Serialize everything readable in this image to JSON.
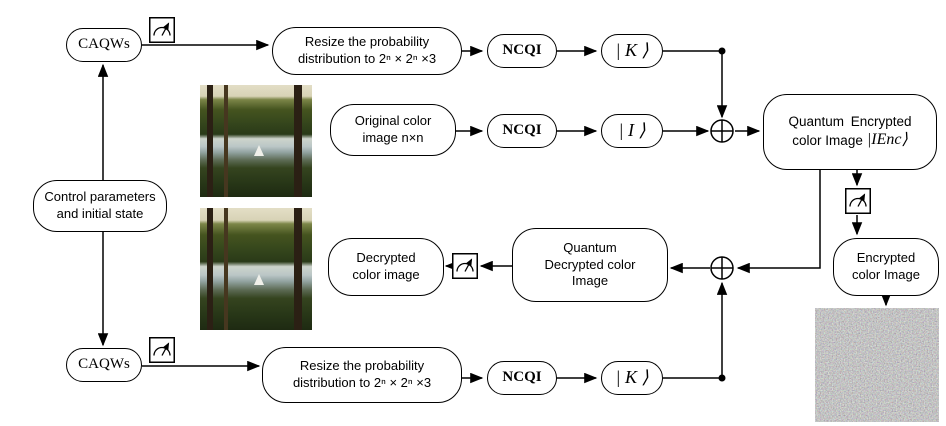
{
  "labels": {
    "caqws": "CAQWs",
    "resize_line1": "Resize the probability",
    "resize_line2": "distribution to 2ⁿ × 2ⁿ ×3",
    "ncqi": "NCQI",
    "ket_k": "| K ⟩",
    "ket_i": "| I ⟩",
    "original_image": "Original color image n×n",
    "quantum_encrypted_line1": "Quantum Encrypted",
    "quantum_encrypted_line2": "color Image",
    "quantum_encrypted_ket": "|IEnc⟩",
    "control": "Control parameters and initial state",
    "decrypted": "Decrypted color image",
    "quantum_decrypted": "Quantum Decrypted color Image",
    "encrypted_image": "Encrypted color Image"
  },
  "icons": {
    "measurement": "measurement-gauge-icon",
    "xor": "xor-circled-plus-icon",
    "junction": "junction-dot"
  },
  "colors": {
    "stroke": "#000000",
    "background": "#ffffff"
  }
}
